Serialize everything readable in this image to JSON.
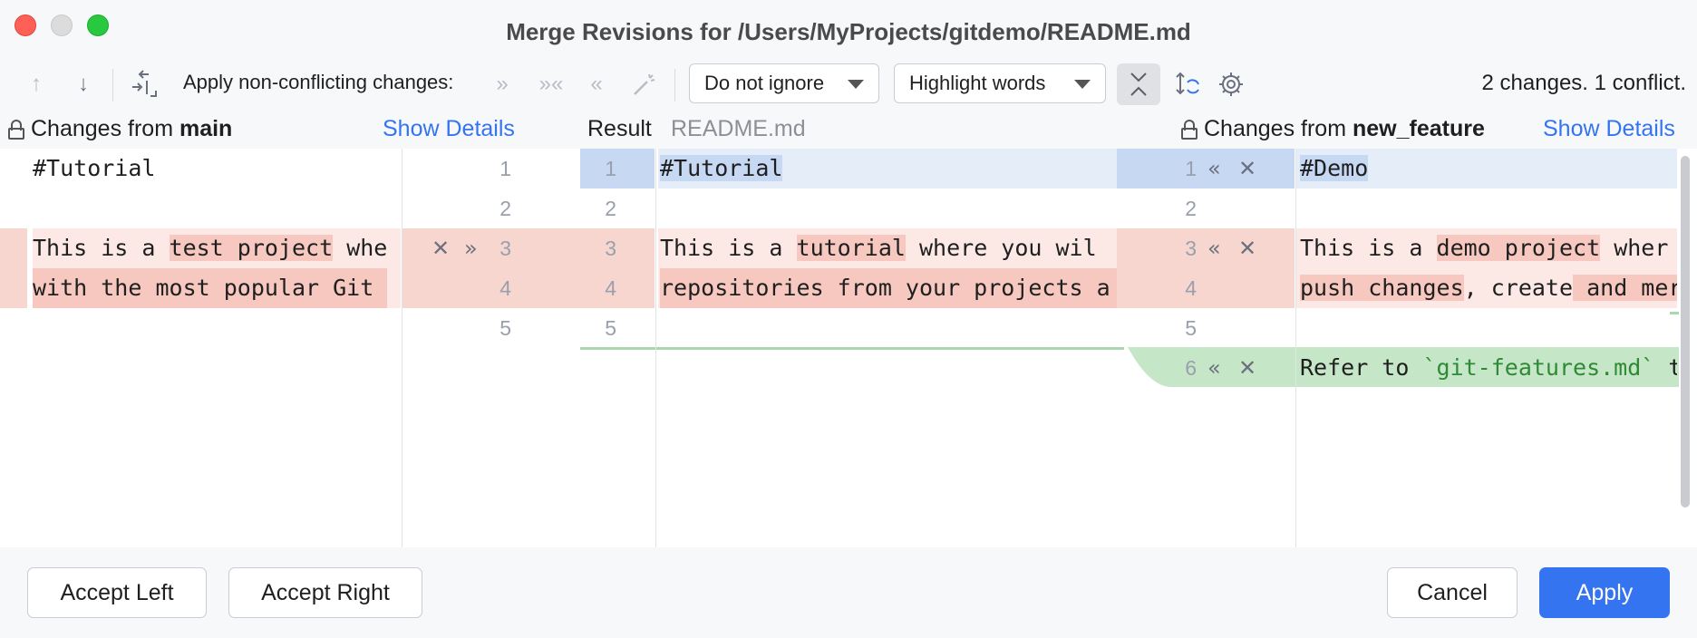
{
  "window": {
    "title": "Merge Revisions for /Users/MyProjects/gitdemo/README.md"
  },
  "toolbar": {
    "apply_label": "Apply non-conflicting changes:",
    "ignore_dropdown": "Do not ignore",
    "highlight_dropdown": "Highlight words",
    "status": "2 changes. 1 conflict.",
    "icons": [
      "arrow-up-icon",
      "arrow-down-icon",
      "compare-icon",
      "apply-right-icon",
      "apply-all-icon",
      "apply-left-icon",
      "magic-resolve-icon",
      "collapse-icon",
      "sync-scroll-icon",
      "gear-icon"
    ]
  },
  "panels": {
    "left": {
      "prefix": "Changes from ",
      "branch": "main",
      "details_link": "Show Details"
    },
    "result": {
      "label": "Result",
      "file": "README.md"
    },
    "right": {
      "prefix": "Changes from ",
      "branch": "new_feature",
      "details_link": "Show Details"
    }
  },
  "left_code": {
    "line1": "#Tutorial",
    "line3_a": "This is a ",
    "line3_b": "test project",
    "line3_c": " whe",
    "line4": "with the most popular Git "
  },
  "left_nums": [
    "1",
    "2",
    "3",
    "4",
    "5"
  ],
  "result_nums": [
    "1",
    "2",
    "3",
    "4",
    "5"
  ],
  "result_code": {
    "line1": "#Tutorial",
    "line3_a": "This is a ",
    "line3_b": "tutorial",
    "line3_c": " where you wil",
    "line4": "repositories from your projects a"
  },
  "right_nums": [
    "1",
    "2",
    "3",
    "4",
    "5",
    "6"
  ],
  "right_code": {
    "line1": "#Demo",
    "line3_a": "This is a ",
    "line3_b": "demo project",
    "line3_c": " wher",
    "line4_a": "push changes",
    "line4_b": ", create",
    "line4_c": " and mer",
    "line6_a": "Refer to ",
    "line6_b": "`git-features.md`",
    "line6_c": " t"
  },
  "footer": {
    "accept_left": "Accept Left",
    "accept_right": "Accept Right",
    "cancel": "Cancel",
    "apply": "Apply"
  },
  "colors": {
    "accent": "#3574f0",
    "conflict": "#f8d6d0",
    "added": "#c6e6c8",
    "modified": "#e5edf9"
  }
}
